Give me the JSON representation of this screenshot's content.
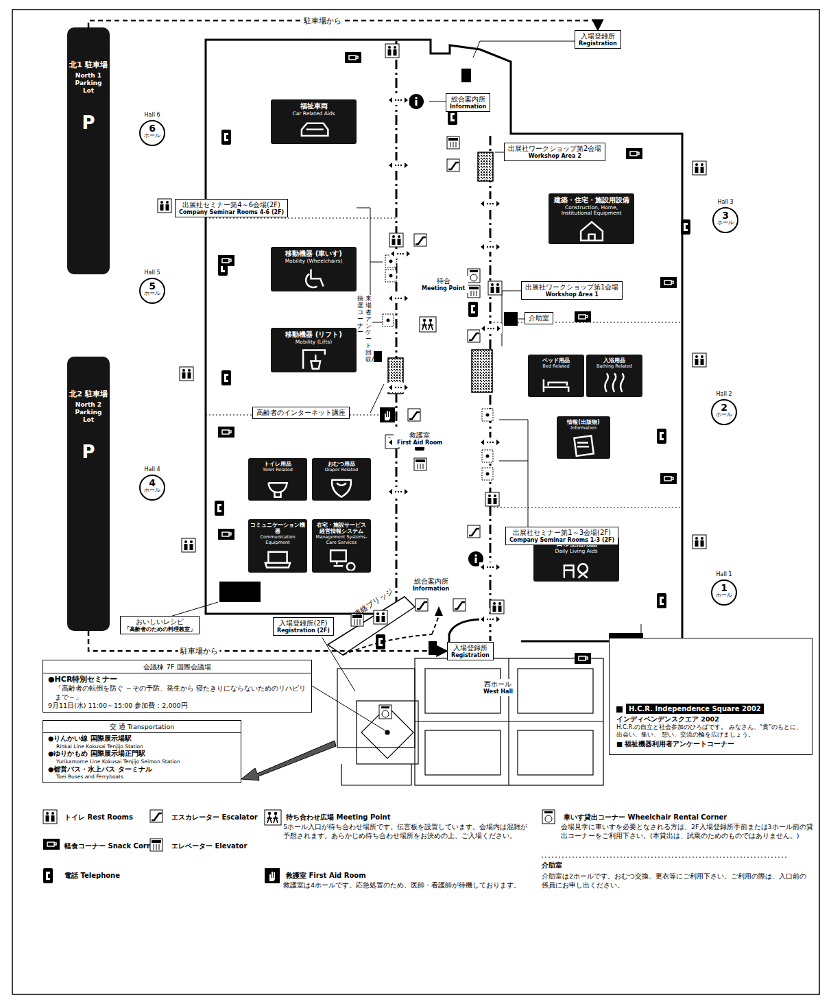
{
  "diagram": {
    "nodes": [
      {
        "text": [
          "北1 駐車場",
          "North 1 Parking Lot",
          "P"
        ]
      },
      {
        "text": [
          "北2 駐車場",
          "North 2 Parking Lot",
          "P"
        ]
      },
      {
        "text": [
          "入場登録所",
          "Registration"
        ]
      },
      {
        "text": [
          "総合案内所",
          "Information"
        ]
      },
      {
        "text": [
          "Hall 6",
          "6",
          "ホール"
        ]
      },
      {
        "text": [
          "Hall 5",
          "5",
          "ホール"
        ]
      },
      {
        "text": [
          "Hall 4",
          "4",
          "ホール"
        ]
      },
      {
        "text": [
          "Hall 3",
          "3",
          "ホール"
        ]
      },
      {
        "text": [
          "Hall 2",
          "2",
          "ホール"
        ]
      },
      {
        "text": [
          "Hall 1",
          "1",
          "ホール"
        ]
      },
      {
        "text": [
          "福祉車両",
          "Car Related Aids"
        ]
      },
      {
        "text": [
          "移動機器 (車いす)",
          "Mobility (Wheelchairs)"
        ]
      },
      {
        "text": [
          "移動機器 (リフト)",
          "Mobility (Lifts)"
        ]
      },
      {
        "text": [
          "トイレ用品",
          "Toilet Related"
        ]
      },
      {
        "text": [
          "おむつ用品",
          "Diaper Related"
        ]
      },
      {
        "text": [
          "コミュニケーション機器",
          "Communication Equipment"
        ]
      },
      {
        "text": [
          "在宅・施設サービス 経営情報システム",
          "Management Systems-Care Services"
        ]
      },
      {
        "text": [
          "建築・住宅・施設用設備",
          "Construction, Home, Institutional Equipment"
        ]
      },
      {
        "text": [
          "ベッド用品",
          "Bed Related"
        ]
      },
      {
        "text": [
          "入浴用品",
          "Bathing Related"
        ]
      },
      {
        "text": [
          "情報(出版物)",
          "Information"
        ]
      },
      {
        "text": [
          "日常生活用品",
          "Daily Living Aids"
        ]
      },
      {
        "text": [
          "出展社ワークショップ第2会場",
          "Workshop Area 2"
        ]
      },
      {
        "text": [
          "出展社セミナー第4～6会場(2F)",
          "Company Seminar Rooms 4-6 (2F)"
        ]
      },
      {
        "text": [
          "待合",
          "Meeting Point"
        ]
      },
      {
        "text": [
          "出展社ワークショップ第1会場",
          "Workshop Area 1"
        ]
      },
      {
        "text": [
          "介助室"
        ]
      },
      {
        "text": [
          "抽選コーナー",
          "来場者アンケート回収/"
        ]
      },
      {
        "text": [
          "高齢者のインターネット講座"
        ]
      },
      {
        "text": [
          "救護室",
          "First Aid Room"
        ]
      },
      {
        "text": [
          "出展社セミナー第1～3会場(2F)",
          "Company Seminar Rooms 1-3 (2F)"
        ]
      },
      {
        "text": [
          "総合案内所",
          "Information"
        ]
      },
      {
        "text": [
          "おいしいレシピ",
          "「高齢者のための料理教室」"
        ]
      },
      {
        "text": [
          "入場登録所(2F)",
          "Registration (2F)"
        ]
      },
      {
        "text": [
          "入場登録所",
          "Registration"
        ]
      },
      {
        "text": [
          "会議棟 7F 国際会議場",
          "●HCR特別セミナー",
          "「高齢者の転倒を防ぐ ～その予防、発生から 寝たきりにならないためのリハビリまで～」",
          "9月11日(水) 11:00～15:00 参加費：2,000円"
        ]
      },
      {
        "text": [
          "交 通 Transportation",
          "●りんかい線 国際展示場駅",
          "Rinkai Line Kokusai Tenjijo Station",
          "●ゆりかもめ 国際展示場正門駅",
          "Yurikamome Line Kokusai Tenjijo Seimon Station",
          "●都営バス・水上バス ターミナル",
          "Toei Buses and Ferryboats"
        ]
      },
      {
        "text": [
          "西ホール",
          "West Hall"
        ]
      },
      {
        "text": [
          "H.C.R. Independence Square 2002",
          "インディペンデンスクエア 2002",
          "H.C.R.の自立と社会参加のひろばです。 みなさん、“貫”のもとに、出会い、集い、 憩い、交流の輪を広げましょう。",
          "■ 福祉機器利用者アンケートコーナー"
        ]
      }
    ],
    "edges": [
      {
        "from": 0,
        "to": 2,
        "arrow": "to",
        "label": "駐車場から"
      },
      {
        "from": 1,
        "to": 34,
        "arrow": "to",
        "label": "駐車場から"
      }
    ],
    "labels": [
      "連絡ブリッジ",
      "5ホール入口が待ち合わせ場所です。伝言板を設置しています。会場内は混雑が予想されます。あらかじめ待ち合わせ場所をお決めの上、ご入場ください。",
      "救護室は4ホールです。応急処置のため、医師・看護師が待機しております。",
      "会場見学に車いすを必要となされる方は、2F入場登録所手前または3ホール前の貸出コーナーをご利用下さい。(本貸出は、試乗のためのものではありません。)",
      "介助室は2ホールです。おむつ交換、更衣等にご利用下さい。ご利用の際は、入口前の係員にお申し出ください。"
    ],
    "legend": [
      {
        "text": "トイレ Rest Rooms"
      },
      {
        "text": "軽食コーナー Snack Corner"
      },
      {
        "text": "電話 Telephone"
      },
      {
        "text": "エスカレーター Escalator"
      },
      {
        "text": "エレベーター Elevator"
      },
      {
        "text": "待ち合わせ広場 Meeting Point"
      },
      {
        "text": "救護室 First Aid Room"
      },
      {
        "text": "車いす貸出コーナー Wheelchair Rental Corner"
      },
      {
        "text": "介助室"
      }
    ]
  }
}
